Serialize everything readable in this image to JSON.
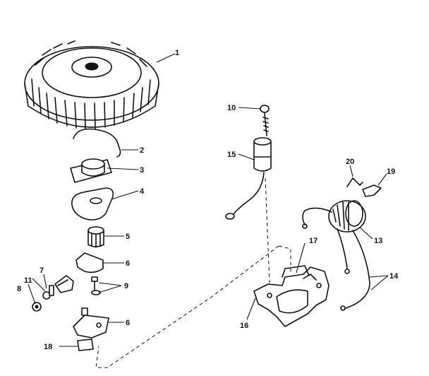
{
  "callouts": {
    "c1": "1",
    "c2": "2",
    "c3": "3",
    "c4": "4",
    "c5": "5",
    "c6a": "6",
    "c6b": "6",
    "c7": "7",
    "c8": "8",
    "c9": "9",
    "c10": "10",
    "c11": "11",
    "c13": "13",
    "c14": "14",
    "c15": "15",
    "c16": "16",
    "c17": "17",
    "c18": "18",
    "c19": "19",
    "c20": "20"
  }
}
